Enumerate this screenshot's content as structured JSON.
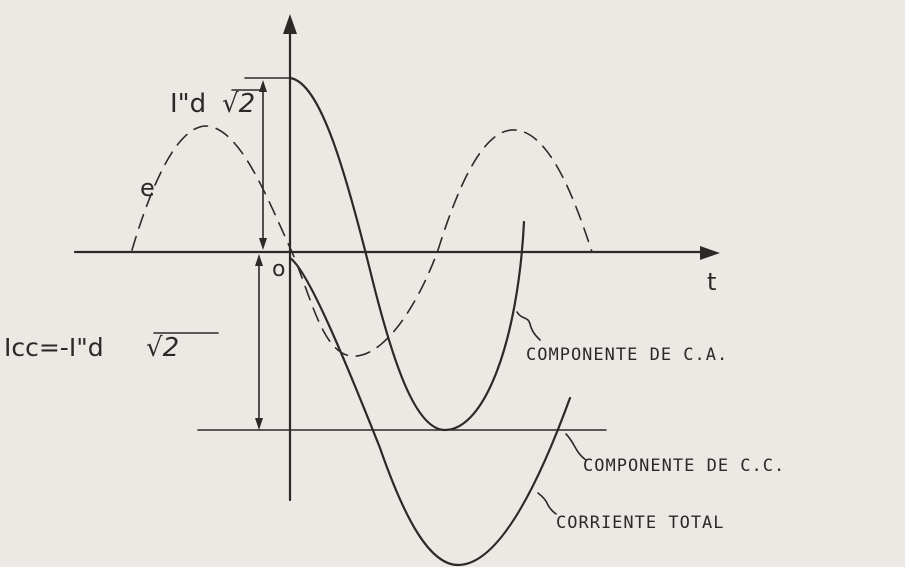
{
  "labels": {
    "peak": "I\"d",
    "sqrt2_peak": "√2",
    "icc_prefix": "Icc=-I\"d",
    "sqrt2_icc": "√2",
    "e": "e",
    "origin": "o",
    "t_axis": "t",
    "ca": "COMPONENTE DE C.A.",
    "cc": "COMPONENTE DE C.C.",
    "total": "CORRIENTE TOTAL"
  }
}
